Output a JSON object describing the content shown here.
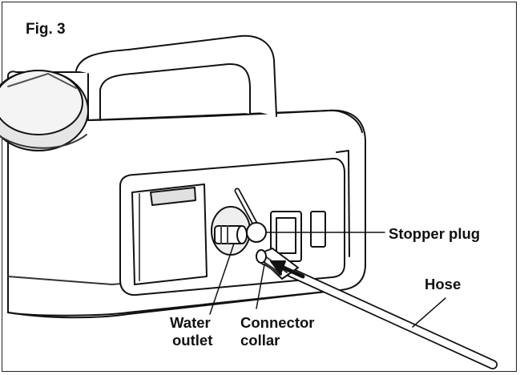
{
  "figure": {
    "title": "Fig. 3"
  },
  "labels": {
    "stopper_plug": "Stopper plug",
    "hose": "Hose",
    "water_outlet_line1": "Water",
    "water_outlet_line2": "outlet",
    "connector_collar_line1": "Connector",
    "connector_collar_line2": "collar"
  },
  "colors": {
    "ink": "#111111",
    "shade": "#cfcfcf",
    "dark": "#3a3a3a"
  }
}
